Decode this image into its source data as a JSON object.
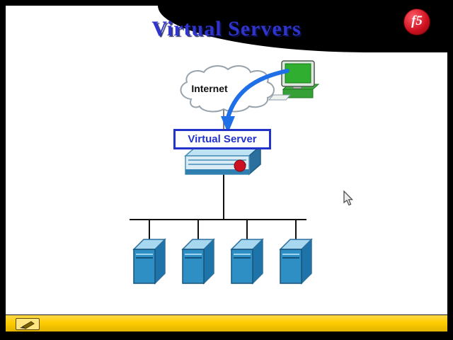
{
  "slide": {
    "title": "Virtual Servers"
  },
  "brand": {
    "logo_text": "f5"
  },
  "diagram": {
    "internet_label": "Internet",
    "virtual_server_label": "Virtual Server",
    "server_count": 4,
    "icons": {
      "internet_cloud": "cloud",
      "client": "green-workstation",
      "traffic_arrow": "curved-blue-arrow",
      "appliance": "f5-bigip-device",
      "server": "blue-server-tower"
    }
  },
  "toolbar": {
    "tool_icon": "pen-annotation"
  },
  "cursor_icon": "mouse-pointer",
  "colors": {
    "title_blue": "#2f35cc",
    "virtual_server_blue": "#2233cc",
    "arrow_blue": "#1e6fe8",
    "server_front_blue": "#2e8fc5",
    "toolbar_yellow": "#ffcc00",
    "logo_red": "#cc1122",
    "background_black": "#000000"
  }
}
